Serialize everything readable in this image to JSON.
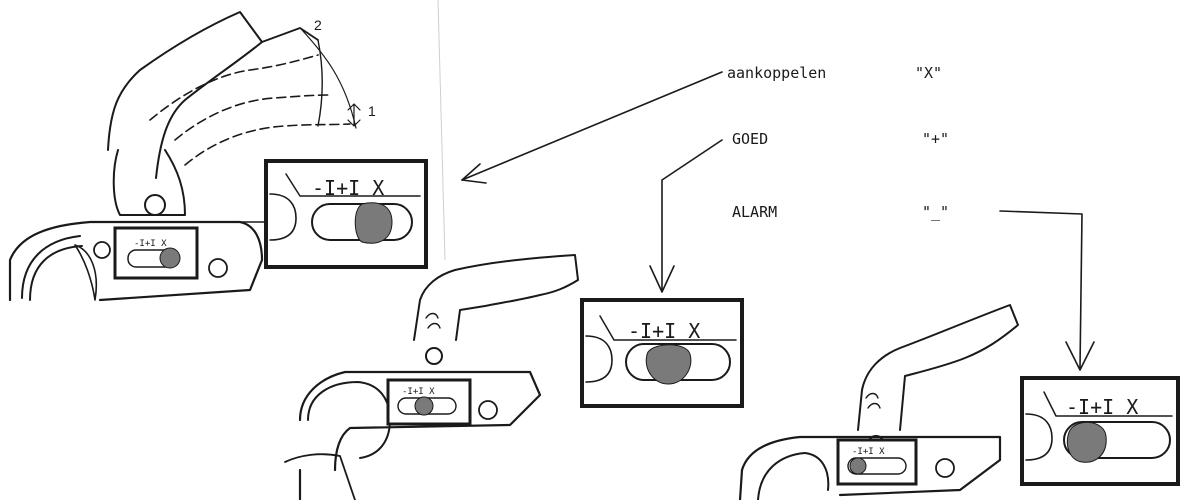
{
  "legend": {
    "couple": {
      "label": "aankoppelen",
      "symbol": "\"X\""
    },
    "good": {
      "label": "GOED",
      "symbol": "\"+\""
    },
    "alarm": {
      "label": "ALARM",
      "symbol": "\"_\""
    }
  },
  "callouts": {
    "one": "1",
    "two": "2"
  },
  "indicator_glyphs": "-I+I X",
  "colors": {
    "ink": "#1a1a1a",
    "marker": "#7a7a7a",
    "paper": "#ffffff"
  }
}
